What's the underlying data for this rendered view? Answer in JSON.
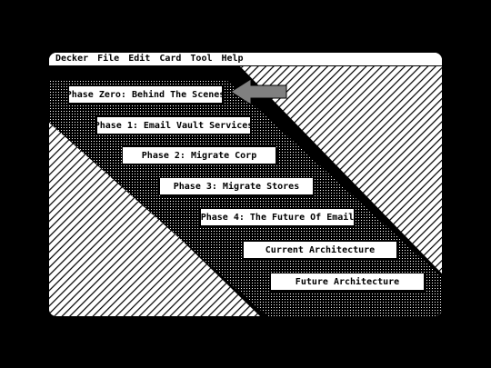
{
  "menubar": {
    "items": [
      "Decker",
      "File",
      "Edit",
      "Card",
      "Tool",
      "Help"
    ]
  },
  "card": {
    "buttons": [
      {
        "label": "Phase Zero: Behind The Scenes"
      },
      {
        "label": "Phase 1: Email Vault Services"
      },
      {
        "label": "Phase 2: Migrate Corp"
      },
      {
        "label": "Phase 3: Migrate Stores"
      },
      {
        "label": "Phase 4: The Future Of Email"
      },
      {
        "label": "Current Architecture"
      },
      {
        "label": "Future Architecture"
      }
    ],
    "arrow_icon": "left-arrow-icon"
  },
  "colors": {
    "background": "#000000",
    "foreground": "#ffffff",
    "arrow": "#808080"
  }
}
